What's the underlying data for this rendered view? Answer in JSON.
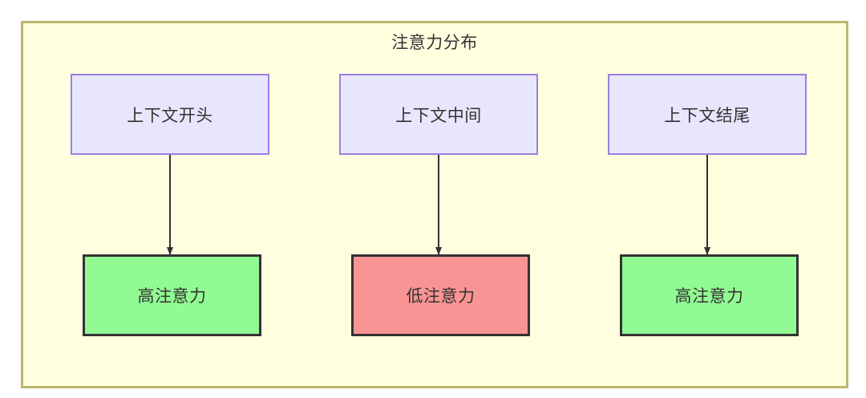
{
  "diagram": {
    "title": "注意力分布",
    "background_color": "#ffffe0",
    "border_color": "#bdb76b",
    "top_nodes": [
      {
        "label": "上下文开头",
        "fill": "#e8e6fd",
        "stroke": "#9a7fe0"
      },
      {
        "label": "上下文中间",
        "fill": "#e8e6fd",
        "stroke": "#9a7fe0"
      },
      {
        "label": "上下文结尾",
        "fill": "#e8e6fd",
        "stroke": "#9a7fe0"
      }
    ],
    "bottom_nodes": [
      {
        "label": "高注意力",
        "fill": "#92fa92",
        "stroke": "#333333"
      },
      {
        "label": "低注意力",
        "fill": "#fa9494",
        "stroke": "#333333"
      },
      {
        "label": "高注意力",
        "fill": "#92fa92",
        "stroke": "#333333"
      }
    ],
    "edges": [
      {
        "from": "上下文开头",
        "to": "高注意力",
        "label": ""
      },
      {
        "from": "上下文中间",
        "to": "低注意力",
        "label": ""
      },
      {
        "from": "上下文结尾",
        "to": "高注意力",
        "label": ""
      }
    ]
  }
}
